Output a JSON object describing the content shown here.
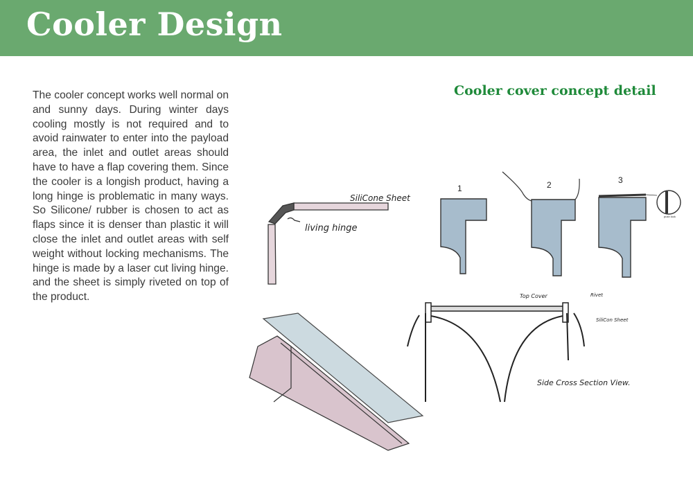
{
  "header": {
    "title": "Cooler Design"
  },
  "body": {
    "paragraph": "The cooler concept works well normal on and sunny days. During winter days cooling mostly is not required and to avoid rainwater to enter into the payload area, the inlet and outlet areas should have to have a flap covering them. Since the cooler is a longish product, having a long hinge is problematic in many ways. So Silicone/ rubber is chosen to act as flaps since it is denser than plastic it will close the inlet and outlet areas with self weight without locking mechanisms. The hinge is made by a laser cut living hinge. and the sheet is simply riveted on top of the product."
  },
  "detail": {
    "title": "Cooler cover concept detail",
    "hinge_labels": {
      "sheet": "SiliCone Sheet",
      "hinge": "living hinge"
    },
    "steps": [
      "1",
      "2",
      "3"
    ],
    "step3_callout": "push lock",
    "section_labels": {
      "top_cover": "Top Cover",
      "rivet": "Rivet",
      "silicone": "SiliCon Sheet",
      "caption": "Side Cross Section View."
    }
  },
  "colors": {
    "header": "#6aa96f",
    "subtitle": "#1f8a3a",
    "cover_fill": "#a7bccc",
    "sheet_fill": "#e6d6dc"
  }
}
